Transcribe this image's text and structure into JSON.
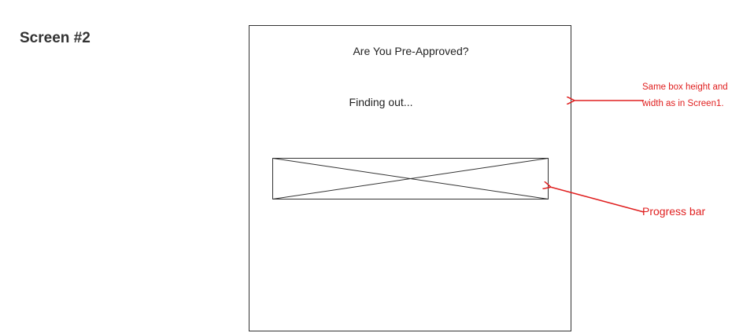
{
  "screen_label": "Screen #2",
  "frame": {
    "title": "Are You Pre-Approved?",
    "status_text": "Finding out..."
  },
  "annotations": {
    "box_size_note_line1": "Same box height and",
    "box_size_note_line2": "width as in Screen1.",
    "progress_bar_note": "Progress bar"
  },
  "colors": {
    "frame_border": "#333333",
    "annotation": "#e02020"
  }
}
